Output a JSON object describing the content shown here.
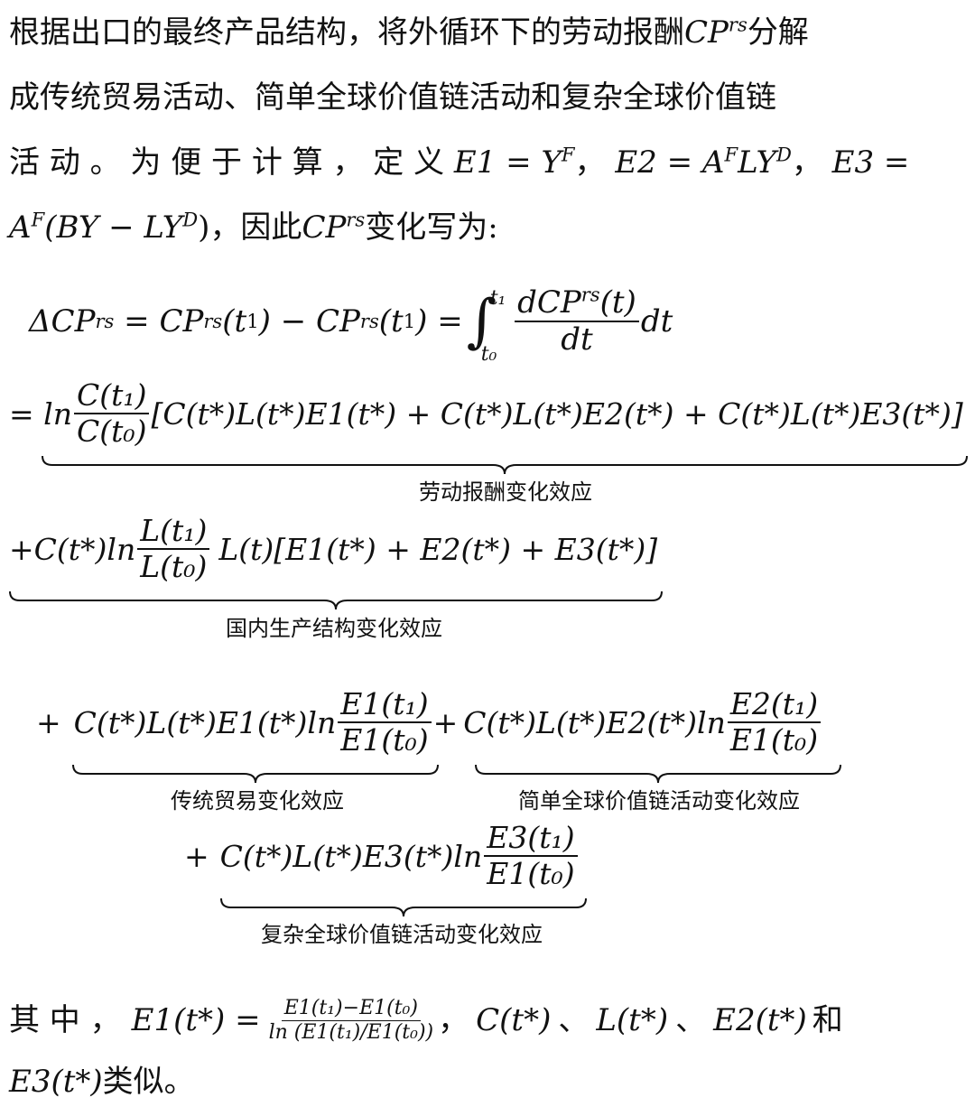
{
  "paragraph": {
    "line1_text": "根据出口的最终产品结构，将外循环下的劳动报酬",
    "line1_sym": "CP",
    "line1_sup": "rs",
    "line1_tail": "分解",
    "line2_text": "成传统贸易活动、简单全球价值链活动和复杂全球价值链",
    "line3_text": "活 动 。 为 便 于 计 算 ， 定 义",
    "line3_e1": "E1 = Y",
    "line3_e1_sup": "F",
    "line3_sep1": "，",
    "line3_e2": "E2 = A",
    "line3_e2_sup": "F",
    "line3_e2_mid": "LY",
    "line3_e2_sup2": "D",
    "line3_sep2": "，",
    "line3_e3": "E3 =",
    "line4_a": "A",
    "line4_a_sup": "F",
    "line4_mid": "(BY − LY",
    "line4_mid_sup": "D",
    "line4_close": ")",
    "line4_text": "，因此",
    "line4_sym": "CP",
    "line4_sup": "rs",
    "line4_tail": "变化写为:"
  },
  "equation": {
    "row1_lhs": "ΔCP",
    "row1_lhs_sup": "rs",
    "row1_mid": " = CP",
    "row1_mid_sup": "rs",
    "row1_t1": "(t",
    "row1_t1_sub": "1",
    "row1_t1_close": ") − CP",
    "row1_t2_sup": "rs",
    "row1_t2": "(t",
    "row1_t2_sub": "1",
    "row1_t2_close": ") =",
    "integral_sign": "∫",
    "integral_upper": "t₁",
    "integral_lower": "t₀",
    "row1_frac_num": "dCP",
    "row1_frac_num_sup": "rs",
    "row1_frac_num_tail": "(t)",
    "row1_frac_den": "dt",
    "row1_dt": "dt",
    "row2_eq": "= ln",
    "row2_frac_num": "C(t₁)",
    "row2_frac_den": "C(t₀)",
    "row2_body": "[C(t*)L(t*)E1(t*) + C(t*)L(t*)E2(t*) + C(t*)L(t*)E3(t*)]",
    "row2_label": "劳动报酬变化效应",
    "row3_pre": "+C(t*)ln",
    "row3_frac_num": "L(t₁)",
    "row3_frac_den": "L(t₀)",
    "row3_body": "L(t)[E1(t*) + E2(t*) + E3(t*)]",
    "row3_label": "国内生产结构变化效应",
    "row4_plus": "+",
    "row4_a_pre": "C(t*)L(t*)E1(t*)ln",
    "row4_a_num": "E1(t₁)",
    "row4_a_den": "E1(t₀)",
    "row4_plus2": "+",
    "row4_b_pre": "C(t*)L(t*)E2(t*)ln",
    "row4_b_num": "E2(t₁)",
    "row4_b_den": "E1(t₀)",
    "row4_a_label": "传统贸易变化效应",
    "row4_b_label": "简单全球价值链活动变化效应",
    "row5_plus": "+",
    "row5_pre": "C(t*)L(t*)E3(t*)ln",
    "row5_num": "E3(t₁)",
    "row5_den": "E1(t₀)",
    "row5_label": "复杂全球价值链活动变化效应"
  },
  "footer": {
    "line1_text": "其 中 ，",
    "line1_lhs": "E1(t*) =",
    "line1_num": "E1(t₁)−E1(t₀)",
    "line1_den": "ln (E1(t₁)/E1(t₀))",
    "line1_sep": "，",
    "line1_c": "C(t*)",
    "line1_sep2": "、",
    "line1_l": "L(t*)",
    "line1_sep3": "、",
    "line1_e2": "E2(t*)",
    "line1_and": "和",
    "line2_e3": "E3(t*)",
    "line2_text": "类似。"
  }
}
